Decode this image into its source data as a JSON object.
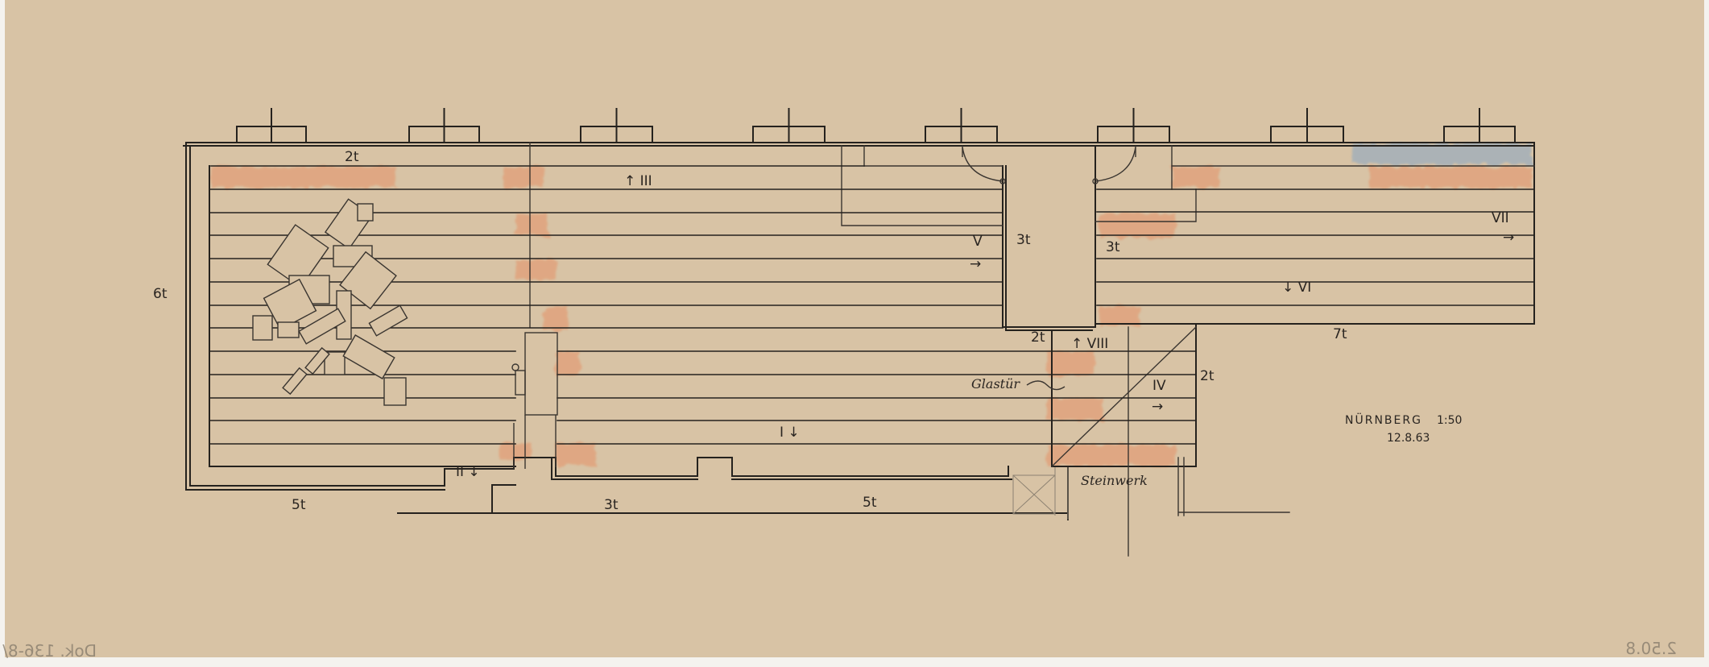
{
  "drawing": {
    "place": "NÜRNBERG",
    "scale": "1:50",
    "date": "12.8.63",
    "paper_color": "#d8c3a5",
    "ink_color": "#25221e",
    "crayon_orange": "#e8875a",
    "crayon_blue": "#7fa3c8"
  },
  "labels": {
    "top_2t": "2t",
    "left_6t": "6t",
    "room_III": "↑ III",
    "room_V": "V",
    "arrow_V": "→",
    "corr_3t_left": "3t",
    "corr_3t_right": "3t",
    "room_VII": "VII",
    "arrow_VII": "→",
    "room_VI": "↓ VI",
    "right_7t": "7t",
    "mid_2t": "2t",
    "room_VIII": "↑ VIII",
    "right_2t": "2t",
    "room_IV": "IV",
    "arrow_IV": "→",
    "glastuer": "Glastür",
    "room_I": "I ↓",
    "room_II": "II ↓",
    "steinwerk": "Steinwerk",
    "bottom_5t_left": "5t",
    "bottom_3t": "3t",
    "bottom_5t_right": "5t"
  },
  "verso_marks": {
    "bottom_left": "Dok. 136-8/",
    "bottom_right": "2.50.8"
  }
}
